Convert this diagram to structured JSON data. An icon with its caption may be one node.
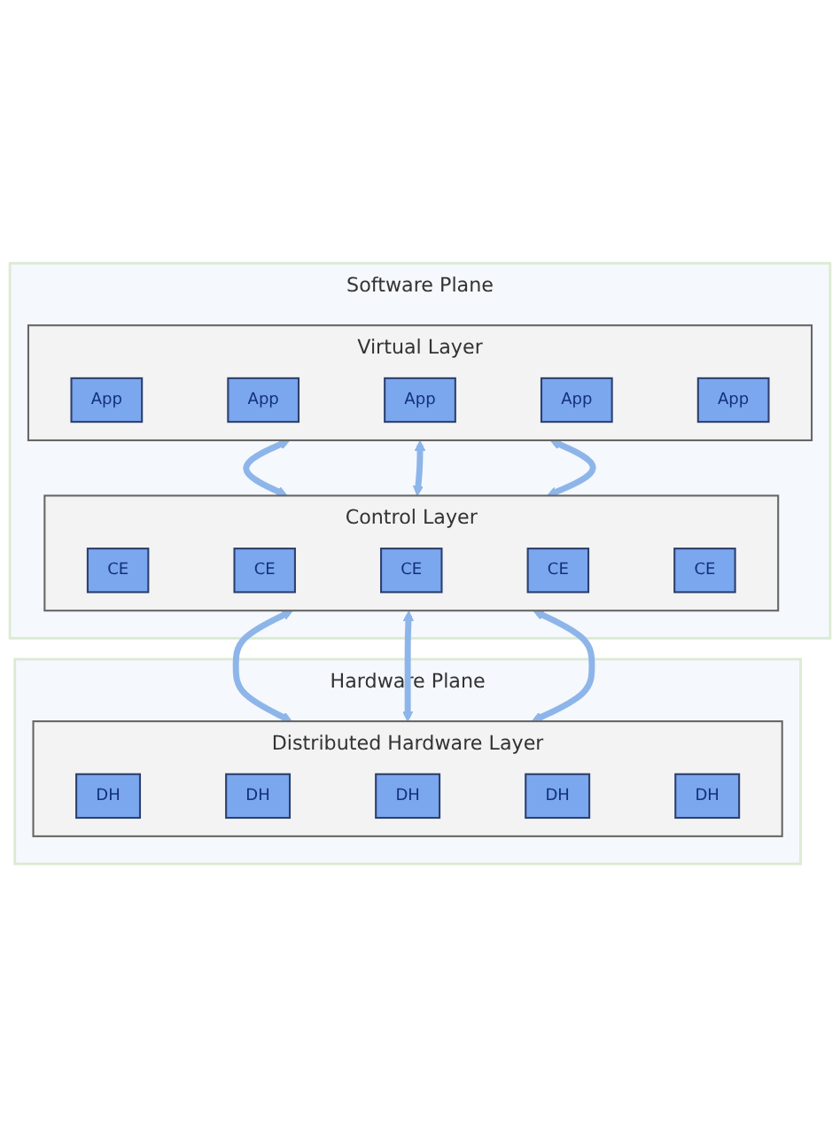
{
  "diagram": {
    "nodes": [
      {
        "text": [
          "Software Plane"
        ]
      },
      {
        "text": [
          "Virtual Layer"
        ],
        "in": 0
      },
      {
        "text": [
          "App"
        ],
        "in": 1
      },
      {
        "text": [
          "App"
        ],
        "in": 1
      },
      {
        "text": [
          "App"
        ],
        "in": 1
      },
      {
        "text": [
          "App"
        ],
        "in": 1
      },
      {
        "text": [
          "App"
        ],
        "in": 1
      },
      {
        "text": [
          "Control Layer"
        ],
        "in": 0
      },
      {
        "text": [
          "CE"
        ],
        "in": 7
      },
      {
        "text": [
          "CE"
        ],
        "in": 7
      },
      {
        "text": [
          "CE"
        ],
        "in": 7
      },
      {
        "text": [
          "CE"
        ],
        "in": 7
      },
      {
        "text": [
          "CE"
        ],
        "in": 7
      },
      {
        "text": [
          "Hardware Plane"
        ]
      },
      {
        "text": [
          "Distributed Hardware Layer"
        ],
        "in": 13
      },
      {
        "text": [
          "DH"
        ],
        "in": 14
      },
      {
        "text": [
          "DH"
        ],
        "in": 14
      },
      {
        "text": [
          "DH"
        ],
        "in": 14
      },
      {
        "text": [
          "DH"
        ],
        "in": 14
      },
      {
        "text": [
          "DH"
        ],
        "in": 14
      }
    ],
    "edges": [
      {
        "from": 1,
        "to": 7,
        "arrow": "both"
      },
      {
        "from": 1,
        "to": 7,
        "arrow": "both"
      },
      {
        "from": 1,
        "to": 7,
        "arrow": "both"
      },
      {
        "from": 7,
        "to": 14,
        "arrow": "both"
      },
      {
        "from": 7,
        "to": 14,
        "arrow": "both"
      },
      {
        "from": 7,
        "to": 14,
        "arrow": "both"
      }
    ]
  }
}
